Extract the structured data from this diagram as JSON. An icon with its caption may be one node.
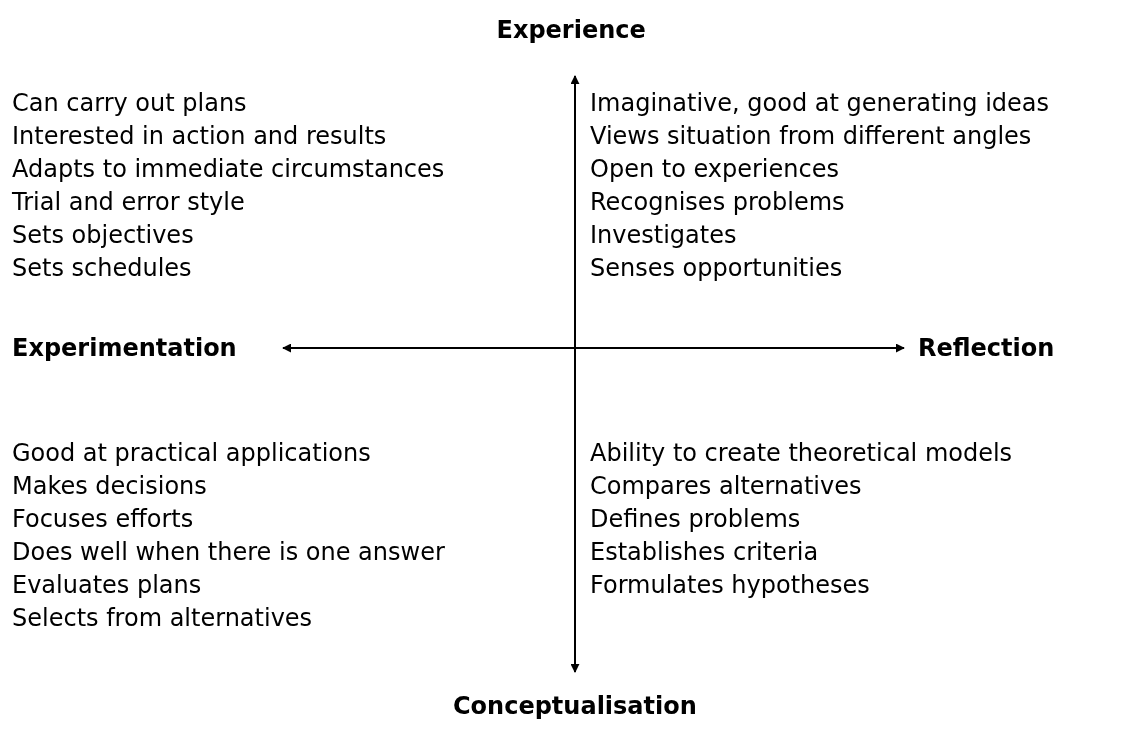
{
  "diagram": {
    "labels": [
      "Experience",
      "Can carry out plans",
      "Interested in action and results",
      "Adapts to immediate circumstances",
      "Trial and error style",
      "Sets objectives",
      "Sets schedules",
      "Imaginative, good at generating ideas",
      "Views situation from different angles",
      "Open to experiences",
      "Recognises problems",
      "Investigates",
      "Senses opportunities",
      "Experimentation",
      "Reflection",
      "Good at practical applications",
      "Makes decisions",
      "Focuses efforts",
      "Does well when there is one answer",
      "Evaluates plans",
      "Selects from alternatives",
      "Ability to create theoretical models",
      "Compares alternatives",
      "Defines problems",
      "Establishes criteria",
      "Formulates hypotheses",
      "Conceptualisation"
    ]
  }
}
